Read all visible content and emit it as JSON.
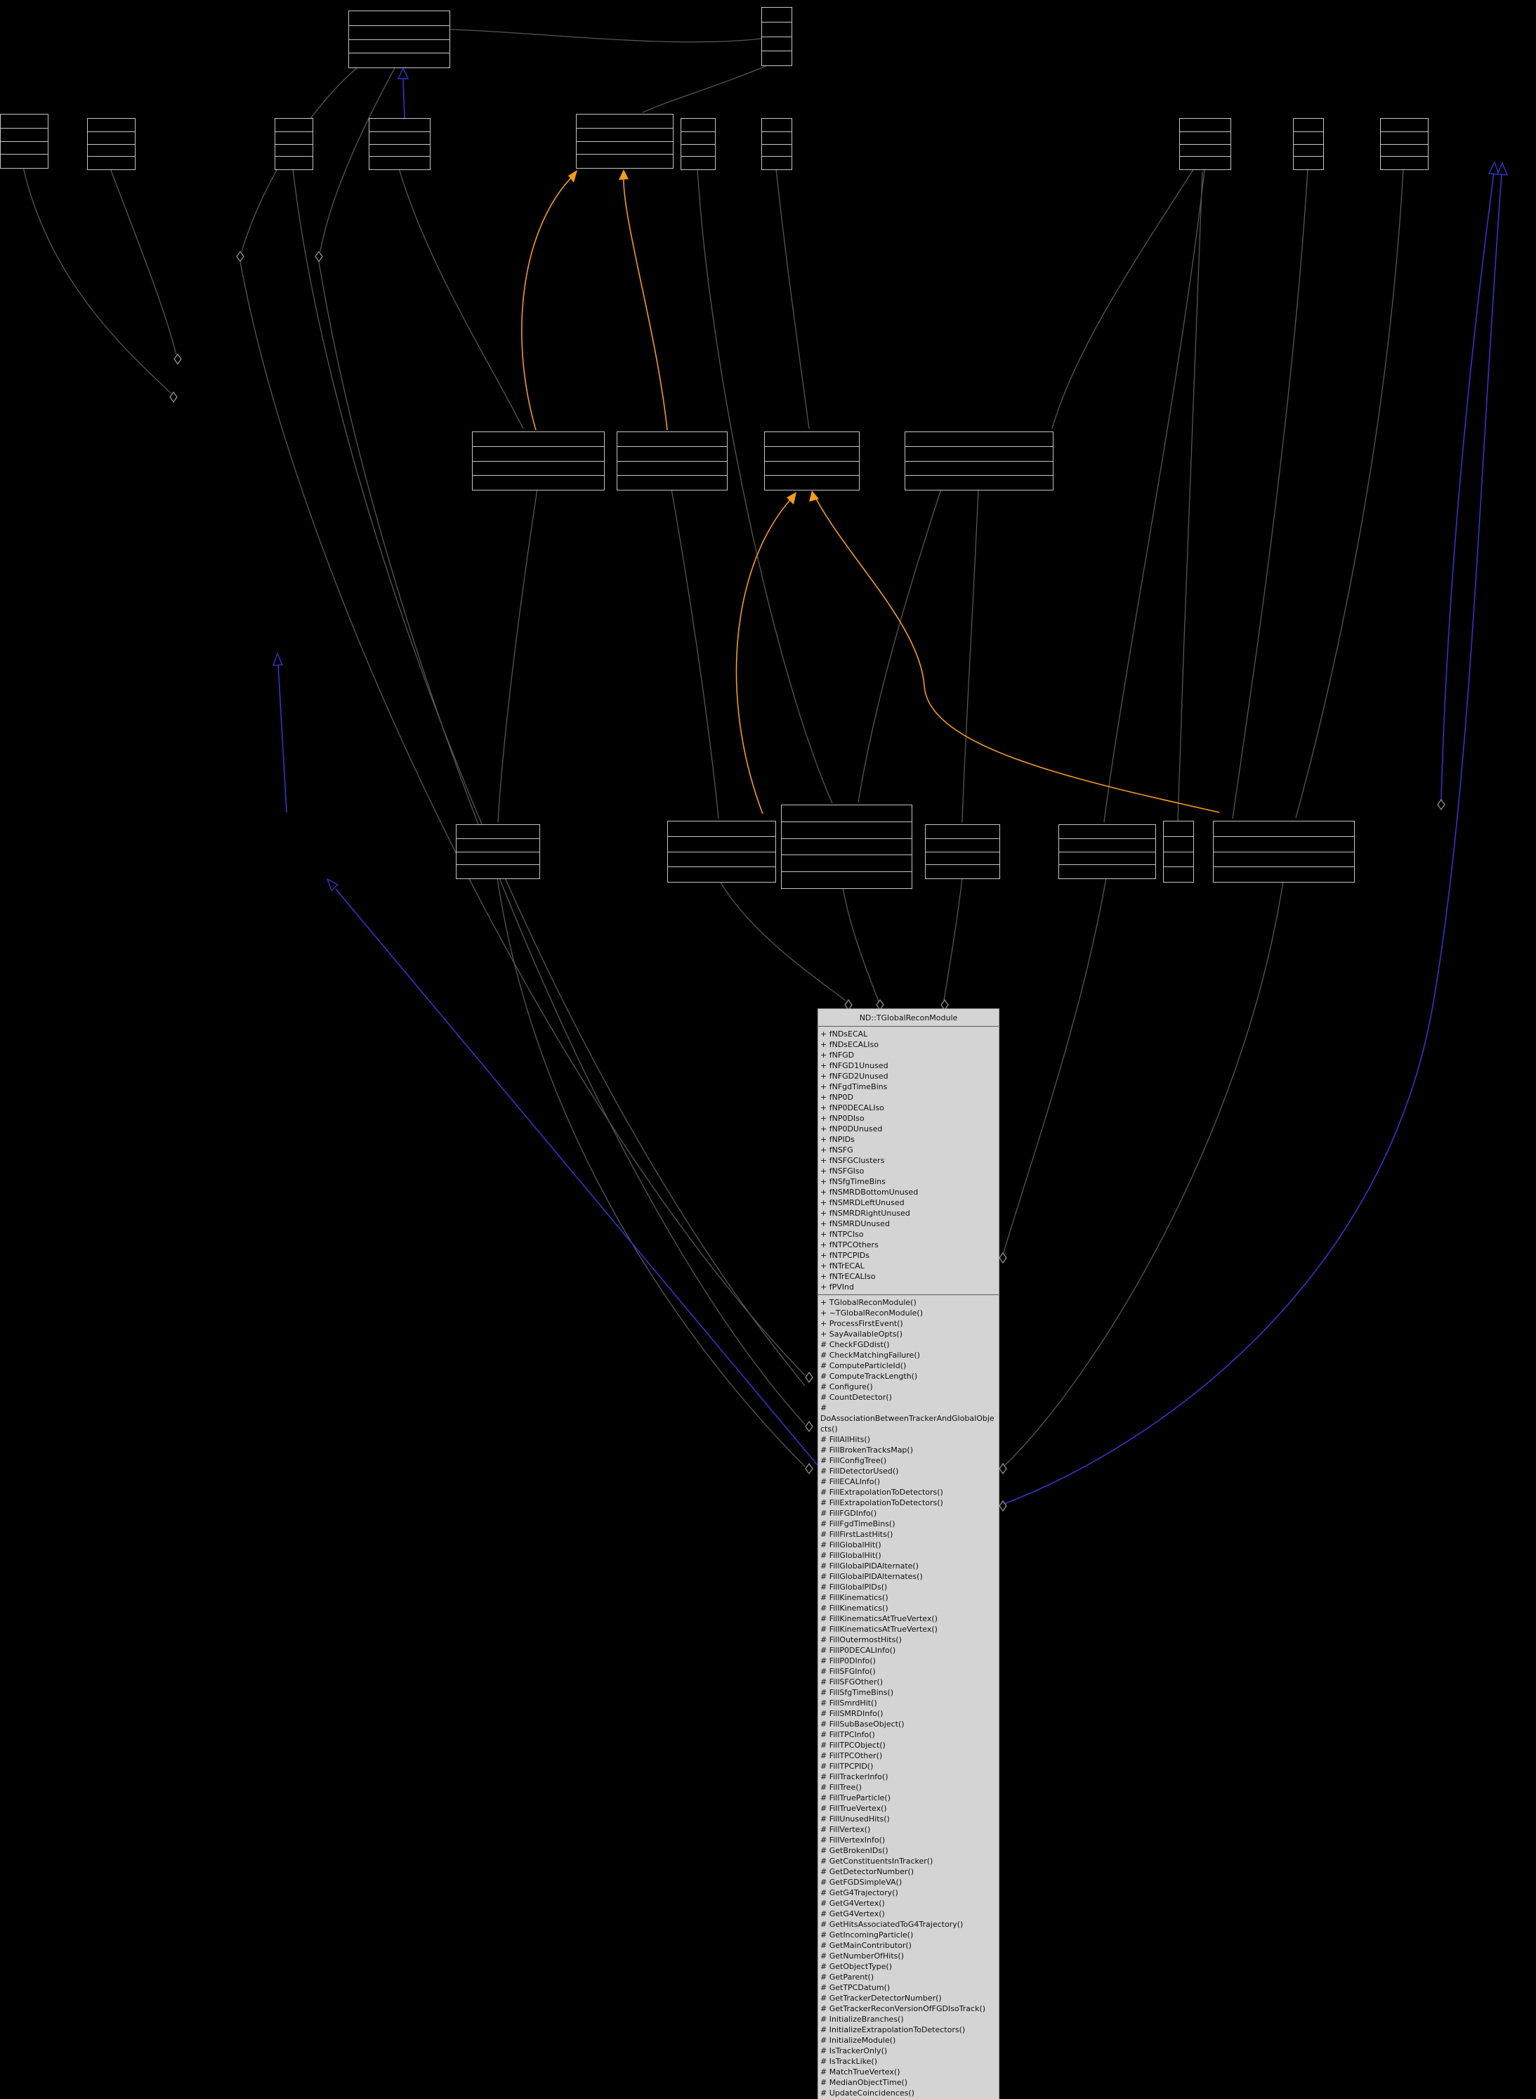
{
  "diagram": {
    "type": "collaboration-graph",
    "main_class": {
      "title": "ND::TGlobalReconModule",
      "attributes": [
        "+ fNDsECAL",
        "+ fNDsECALIso",
        "+ fNFGD",
        "+ fNFGD1Unused",
        "+ fNFGD2Unused",
        "+ fNFgdTimeBins",
        "+ fNP0D",
        "+ fNP0DECALIso",
        "+ fNP0DIso",
        "+ fNP0DUnused",
        "+ fNPIDs",
        "+ fNSFG",
        "+ fNSFGClusters",
        "+ fNSFGIso",
        "+ fNSfgTimeBins",
        "+ fNSMRDBottomUnused",
        "+ fNSMRDLeftUnused",
        "+ fNSMRDRightUnused",
        "+ fNSMRDUnused",
        "+ fNTPCIso",
        "+ fNTPCOthers",
        "+ fNTPCPIDs",
        "+ fNTrECAL",
        "+ fNTrECALIso",
        "+ fPVInd"
      ],
      "methods": [
        "+ TGlobalReconModule()",
        "+ ~TGlobalReconModule()",
        "+ ProcessFirstEvent()",
        "+ SayAvailableOpts()",
        "# CheckFGDdist()",
        "# CheckMatchingFailure()",
        "# ComputeParticleId()",
        "# ComputeTrackLength()",
        "# Configure()",
        "# CountDetector()",
        "# DoAssociationBetweenTrackerAndGlobalObjects()",
        "# FillAllHits()",
        "# FillBrokenTracksMap()",
        "# FillConfigTree()",
        "# FillDetectorUsed()",
        "# FillECALInfo()",
        "# FillExtrapolationToDetectors()",
        "# FillExtrapolationToDetectors()",
        "# FillFGDInfo()",
        "# FillFgdTimeBins()",
        "# FillFirstLastHits()",
        "# FillGlobalHit()",
        "# FillGlobalHit()",
        "# FillGlobalPIDAlternate()",
        "# FillGlobalPIDAlternates()",
        "# FillGlobalPIDs()",
        "# FillKinematics()",
        "# FillKinematics()",
        "# FillKinematicsAtTrueVertex()",
        "# FillKinematicsAtTrueVertex()",
        "# FillOutermostHits()",
        "# FillP0DECALInfo()",
        "# FillP0DInfo()",
        "# FillSFGInfo()",
        "# FillSFGOther()",
        "# FillSfgTimeBins()",
        "# FillSmrdHit()",
        "# FillSMRDInfo()",
        "# FillSubBaseObject()",
        "# FillTPCInfo()",
        "# FillTPCObject()",
        "# FillTPCOther()",
        "# FillTPCPID()",
        "# FillTrackerInfo()",
        "# FillTree()",
        "# FillTrueParticle()",
        "# FillTrueVertex()",
        "# FillUnusedHits()",
        "# FillVertex()",
        "# FillVertexInfo()",
        "# GetBrokenIDs()",
        "# GetConstituentsInTracker()",
        "# GetDetectorNumber()",
        "# GetFGDSimpleVA()",
        "# GetG4Trajectory()",
        "# GetG4Vertex()",
        "# GetG4Vertex()",
        "# GetHitsAssociatedToG4Trajectory()",
        "# GetIncomingParticle()",
        "# GetMainContributor()",
        "# GetNumberOfHits()",
        "# GetObjectType()",
        "# GetParent()",
        "# GetTPCDatum()",
        "# GetTrackerDetectorNumber()",
        "# GetTrackerReconVersionOfFGDIsoTrack()",
        "# InitializeBranches()",
        "# InitializeExtrapolationToDetectors()",
        "# InitializeModule()",
        "# IsTrackerOnly()",
        "# IsTrackLike()",
        "# MatchTrueVertex()",
        "# MedianObjectTime()",
        "# UpdateCoincidences()"
      ]
    },
    "colors": {
      "background": "#000000",
      "node_border": "#c4c4c4",
      "main_fill": "#d4d4d4",
      "edge": "#565656",
      "edge_highlight": "#f29b1d",
      "edge_inheritance": "#3434c8"
    }
  }
}
